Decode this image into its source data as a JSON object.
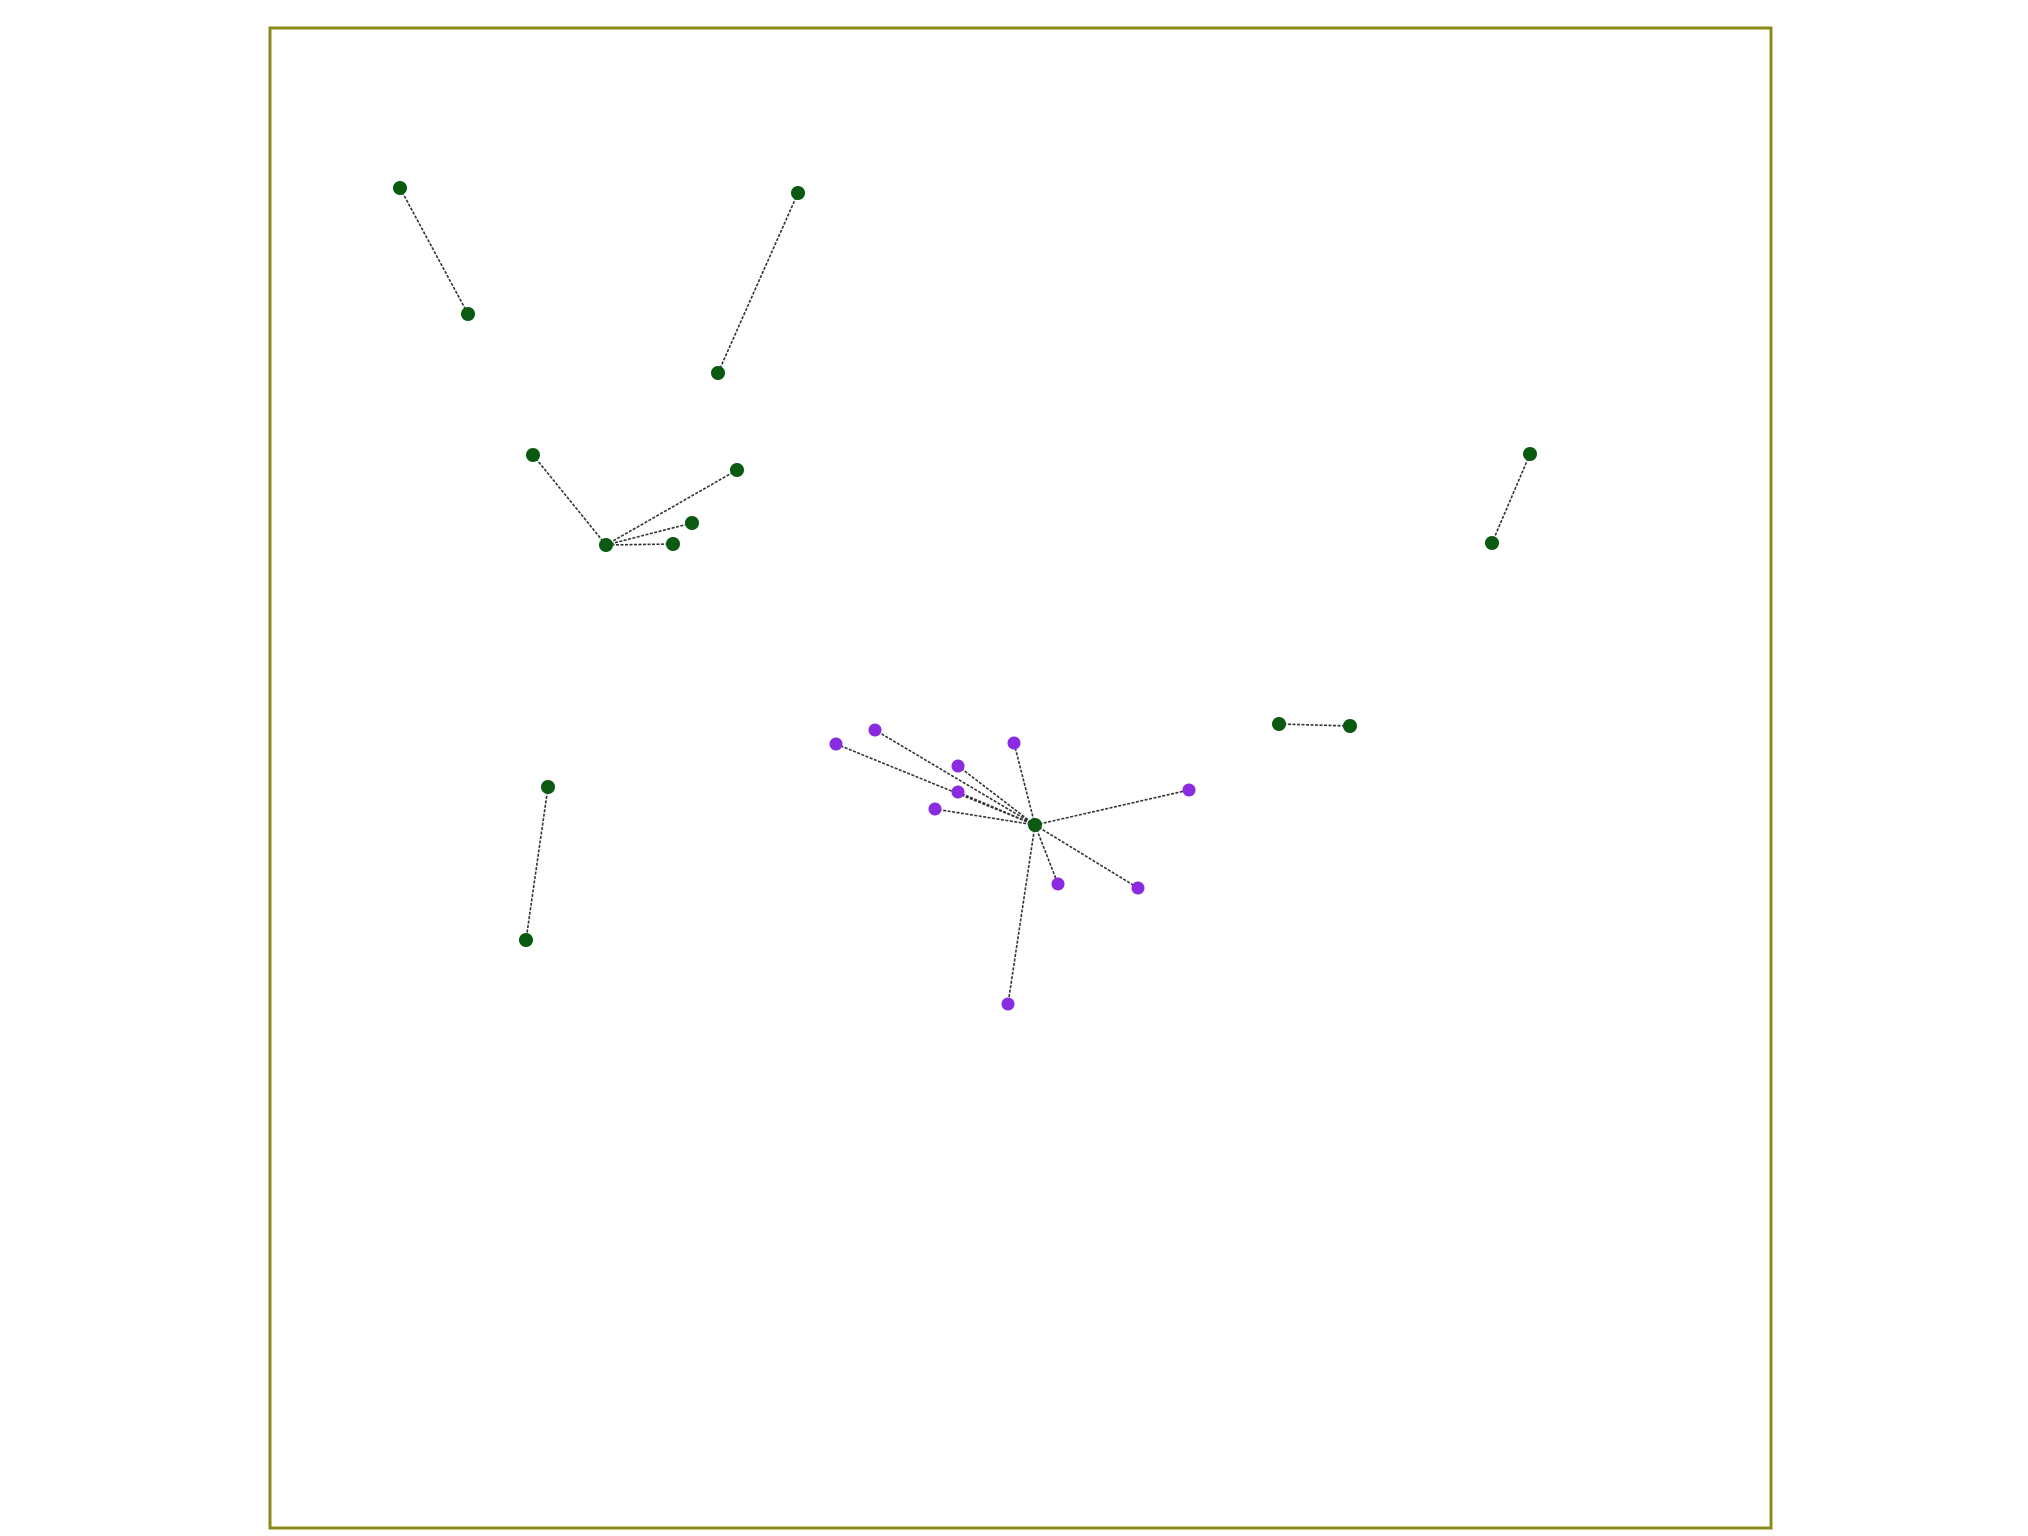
{
  "colors": {
    "frame": "#8b8b1a",
    "edge": "#333333",
    "node_green": "#0b5a12",
    "node_purple": "#8a2be2",
    "background": "#ffffff"
  },
  "nodes": [
    {
      "id": "g1",
      "group": "green"
    },
    {
      "id": "g2",
      "group": "green"
    },
    {
      "id": "g3",
      "group": "green"
    },
    {
      "id": "g4",
      "group": "green"
    },
    {
      "id": "g5",
      "group": "green"
    },
    {
      "id": "g6",
      "group": "green"
    },
    {
      "id": "g7",
      "group": "green"
    },
    {
      "id": "g8",
      "group": "green"
    },
    {
      "id": "g9",
      "group": "green"
    },
    {
      "id": "g10",
      "group": "green"
    },
    {
      "id": "g11",
      "group": "green"
    },
    {
      "id": "g12",
      "group": "green"
    },
    {
      "id": "g13",
      "group": "green"
    },
    {
      "id": "g14",
      "group": "green"
    },
    {
      "id": "g15",
      "group": "green"
    },
    {
      "id": "g16",
      "group": "green"
    },
    {
      "id": "hub",
      "group": "green"
    },
    {
      "id": "p1",
      "group": "purple"
    },
    {
      "id": "p2",
      "group": "purple"
    },
    {
      "id": "p3",
      "group": "purple"
    },
    {
      "id": "p4",
      "group": "purple"
    },
    {
      "id": "p5",
      "group": "purple"
    },
    {
      "id": "p6",
      "group": "purple"
    },
    {
      "id": "p7",
      "group": "purple"
    },
    {
      "id": "p8",
      "group": "purple"
    },
    {
      "id": "p9",
      "group": "purple"
    },
    {
      "id": "p10",
      "group": "purple"
    }
  ],
  "edges": [
    [
      "g1",
      "g2"
    ],
    [
      "g3",
      "g4"
    ],
    [
      "g5",
      "g6"
    ],
    [
      "g7",
      "g6"
    ],
    [
      "g8",
      "g6"
    ],
    [
      "g9",
      "g6"
    ],
    [
      "g10",
      "g11"
    ],
    [
      "g12",
      "g13"
    ],
    [
      "g14",
      "g15"
    ],
    [
      "hub",
      "p1"
    ],
    [
      "hub",
      "p2"
    ],
    [
      "hub",
      "p3"
    ],
    [
      "hub",
      "p4"
    ],
    [
      "hub",
      "p5"
    ],
    [
      "hub",
      "p6"
    ],
    [
      "hub",
      "p7"
    ],
    [
      "hub",
      "p8"
    ],
    [
      "hub",
      "p9"
    ],
    [
      "hub",
      "p10"
    ]
  ]
}
